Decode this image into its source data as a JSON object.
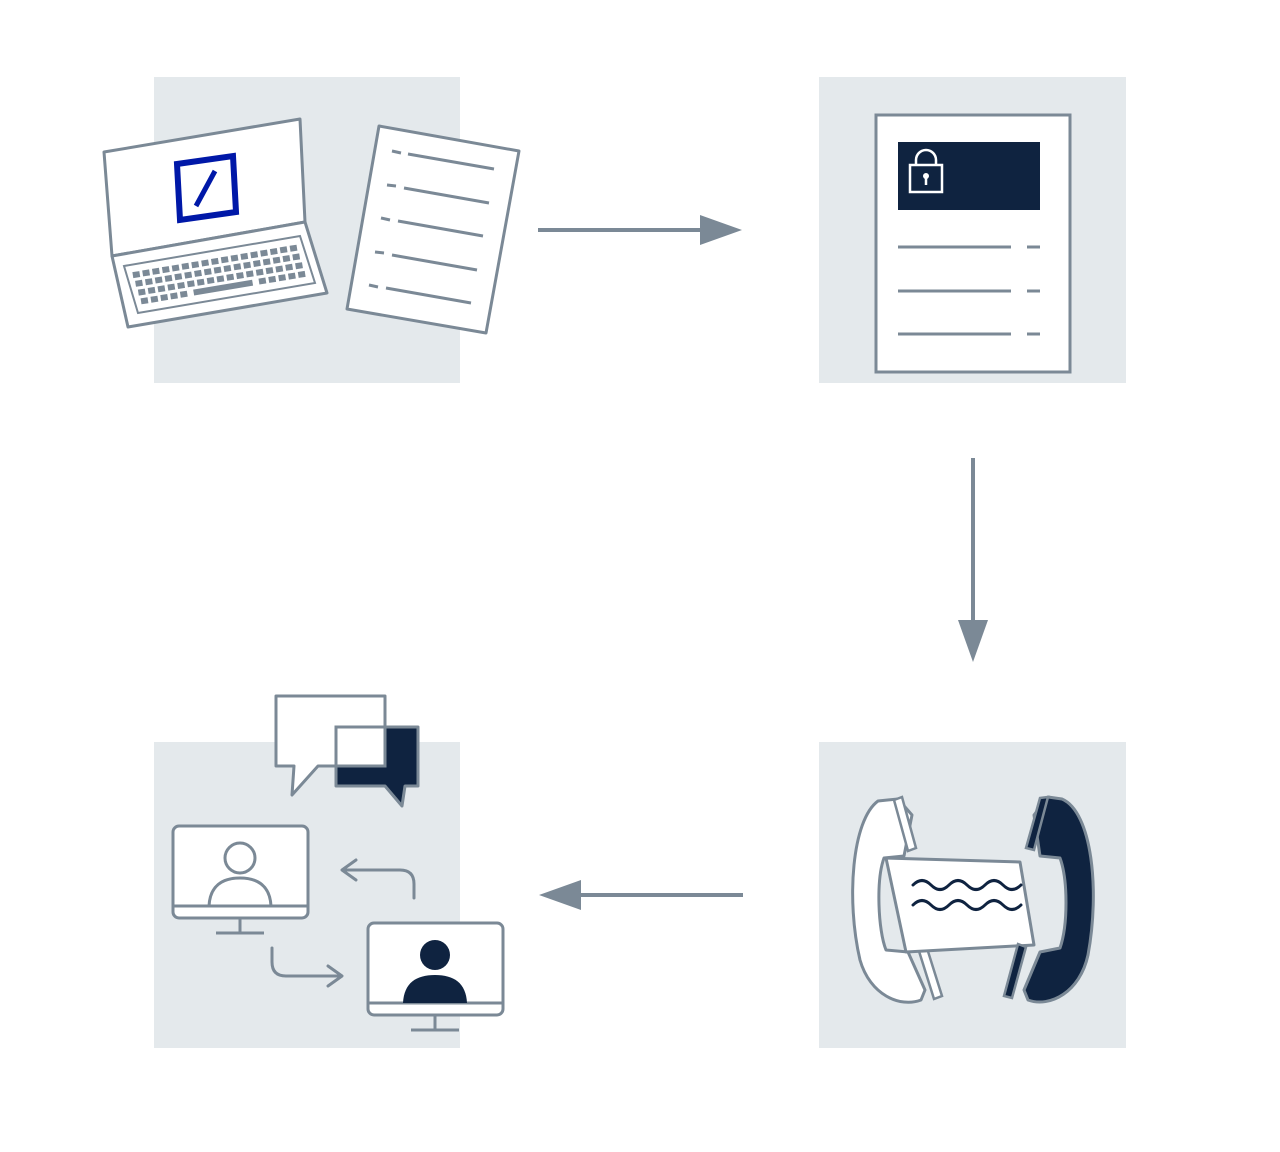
{
  "diagram": {
    "panels": [
      {
        "id": "step-1",
        "icon": "laptop-and-document-icon"
      },
      {
        "id": "step-2",
        "icon": "locked-document-icon"
      },
      {
        "id": "step-3",
        "icon": "phone-handsets-icon"
      },
      {
        "id": "step-4",
        "icon": "video-call-chat-icon"
      }
    ],
    "arrows": [
      {
        "from": "step-1",
        "to": "step-2",
        "direction": "right"
      },
      {
        "from": "step-2",
        "to": "step-3",
        "direction": "down"
      },
      {
        "from": "step-3",
        "to": "step-4",
        "direction": "left"
      }
    ]
  },
  "colors": {
    "panel": "#e4e9ec",
    "grey": "#7b8996",
    "navy": "#0f2340",
    "brand_blue": "#0018a8",
    "background": "#ffffff"
  }
}
